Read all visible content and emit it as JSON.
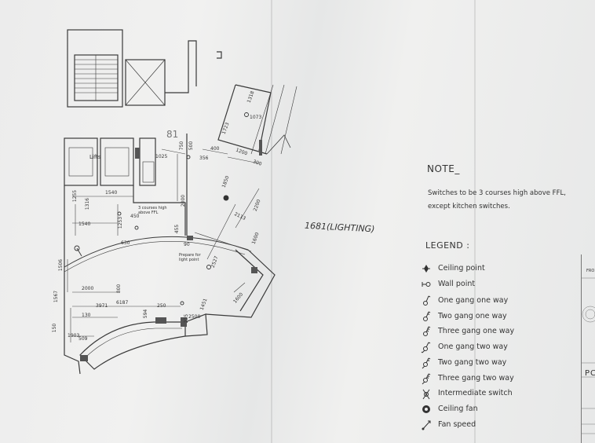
{
  "plan": {
    "floor_number": "81",
    "title": "1681(LIGHTING)",
    "lifts_label": "Lifts",
    "dimensions": [
      "1318",
      "1073",
      "1723",
      "750",
      "500",
      "400",
      "1025",
      "356",
      "1200",
      "300",
      "1255",
      "1316",
      "1540",
      "1540",
      "1850",
      "2000",
      "450",
      "455",
      "2113",
      "2200",
      "1253",
      "1506",
      "630",
      "90",
      "2527",
      "1451",
      "1600",
      "2000",
      "800",
      "6187",
      "3971",
      "250",
      "594",
      "130",
      "1903",
      "509",
      "150",
      "1567",
      "1600",
      "2500",
      "225"
    ],
    "annotations": {
      "courses_high": "3 courses high above FFL",
      "prepare_light": "Prepare for light point"
    }
  },
  "note": {
    "title": "NOTE_",
    "text": "Switches to be 3 courses high above FFL, except kitchen switches."
  },
  "legend": {
    "title": "LEGEND :",
    "items": [
      {
        "label": "Ceiling point",
        "icon": "ceiling-point-icon"
      },
      {
        "label": "Wall point",
        "icon": "wall-point-icon"
      },
      {
        "label": "One gang one way",
        "icon": "one-gang-one-way-icon"
      },
      {
        "label": "Two gang one way",
        "icon": "two-gang-one-way-icon"
      },
      {
        "label": "Three gang one way",
        "icon": "three-gang-one-way-icon"
      },
      {
        "label": "One gang two way",
        "icon": "one-gang-two-way-icon"
      },
      {
        "label": "Two gang two way",
        "icon": "two-gang-two-way-icon"
      },
      {
        "label": "Three gang two way",
        "icon": "three-gang-two-way-icon"
      },
      {
        "label": "Intermediate switch",
        "icon": "intermediate-switch-icon"
      },
      {
        "label": "Ceiling fan",
        "icon": "ceiling-fan-icon"
      },
      {
        "label": "Fan speed",
        "icon": "fan-speed-icon"
      }
    ]
  },
  "title_block": {
    "letters": "PC",
    "label_1": "FRO"
  },
  "colors": {
    "ink": "#333333",
    "paper": "#eeeeee",
    "hatch": "#555555"
  }
}
